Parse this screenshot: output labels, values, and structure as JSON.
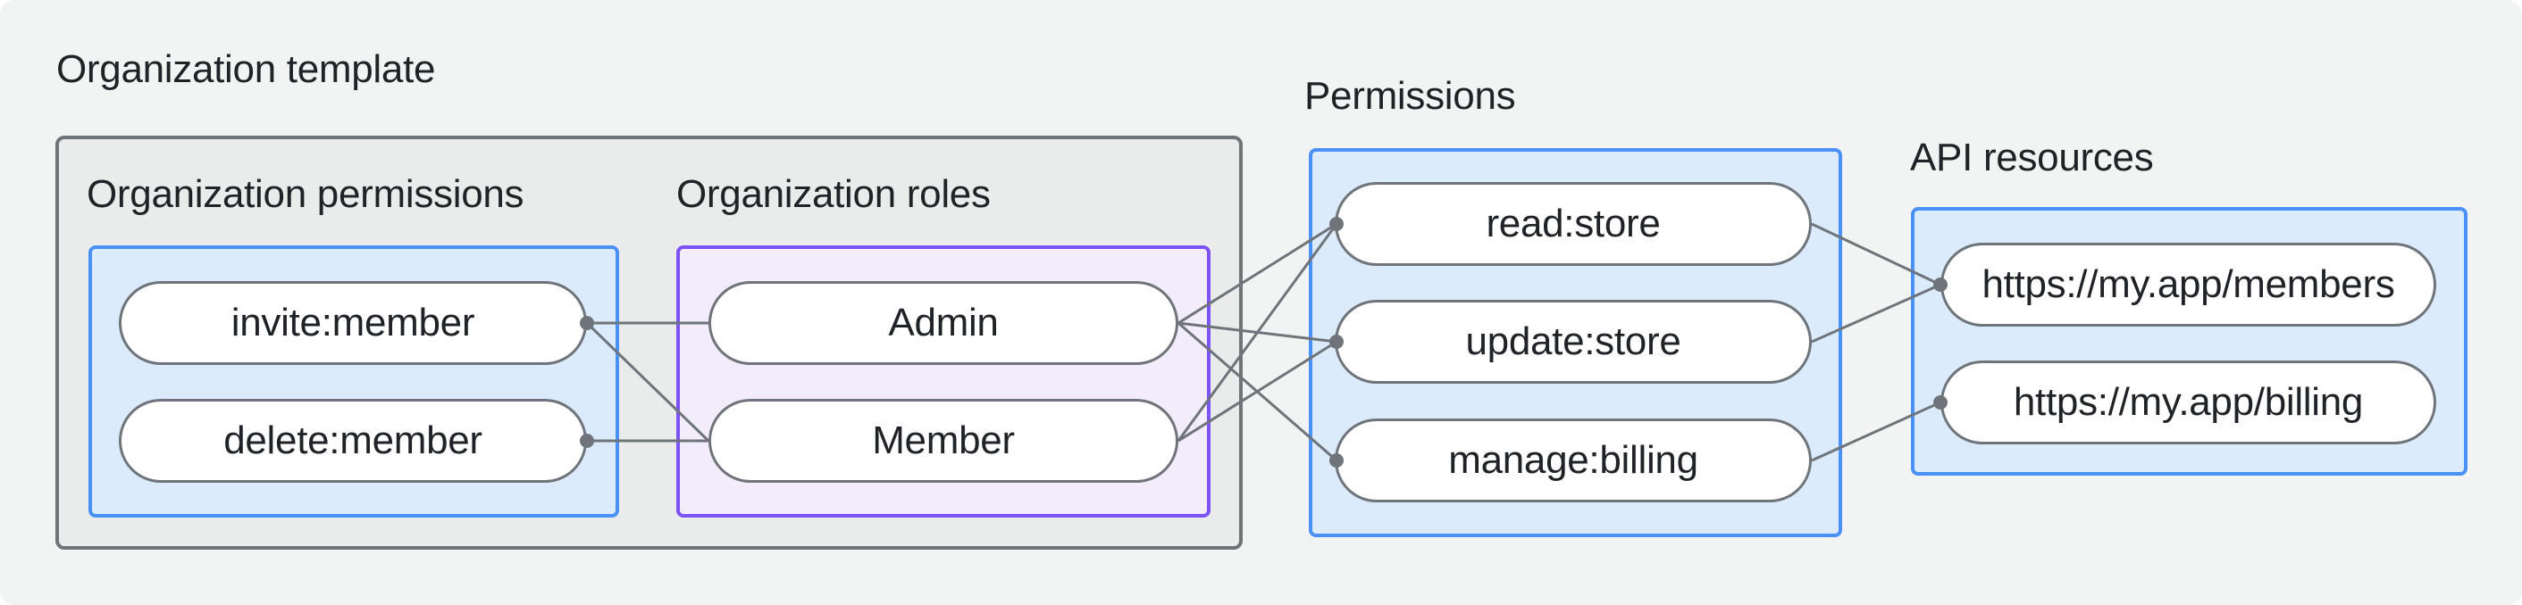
{
  "colors": {
    "background": "#f2f4f3",
    "container_fill": "#eaeceb",
    "container_border": "#6e7478",
    "blue_fill": "#dcebfc",
    "blue_border": "#4a91f7",
    "purple_fill": "#f2ecfc",
    "purple_border": "#7a52f5",
    "pill_fill": "#ffffff",
    "pill_border": "#6e747a",
    "line": "#6e747a",
    "text": "#1f2328"
  },
  "org_template": {
    "title": "Organization template",
    "org_permissions": {
      "title": "Organization permissions",
      "pills": [
        "invite:member",
        "delete:member"
      ]
    },
    "org_roles": {
      "title": "Organization roles",
      "pills": [
        "Admin",
        "Member"
      ]
    }
  },
  "permissions": {
    "title": "Permissions",
    "pills": [
      "read:store",
      "update:store",
      "manage:billing"
    ]
  },
  "api_resources": {
    "title": "API resources",
    "pills": [
      "https://my.app/members",
      "https://my.app/billing"
    ]
  },
  "edges": [
    {
      "from": "invite:member",
      "to": "Admin"
    },
    {
      "from": "invite:member",
      "to": "Member"
    },
    {
      "from": "delete:member",
      "to": "Member"
    },
    {
      "from": "Admin",
      "to": "read:store"
    },
    {
      "from": "Admin",
      "to": "update:store"
    },
    {
      "from": "Admin",
      "to": "manage:billing"
    },
    {
      "from": "Member",
      "to": "read:store"
    },
    {
      "from": "Member",
      "to": "update:store"
    },
    {
      "from": "read:store",
      "to": "https://my.app/members"
    },
    {
      "from": "update:store",
      "to": "https://my.app/members"
    },
    {
      "from": "manage:billing",
      "to": "https://my.app/billing"
    }
  ]
}
